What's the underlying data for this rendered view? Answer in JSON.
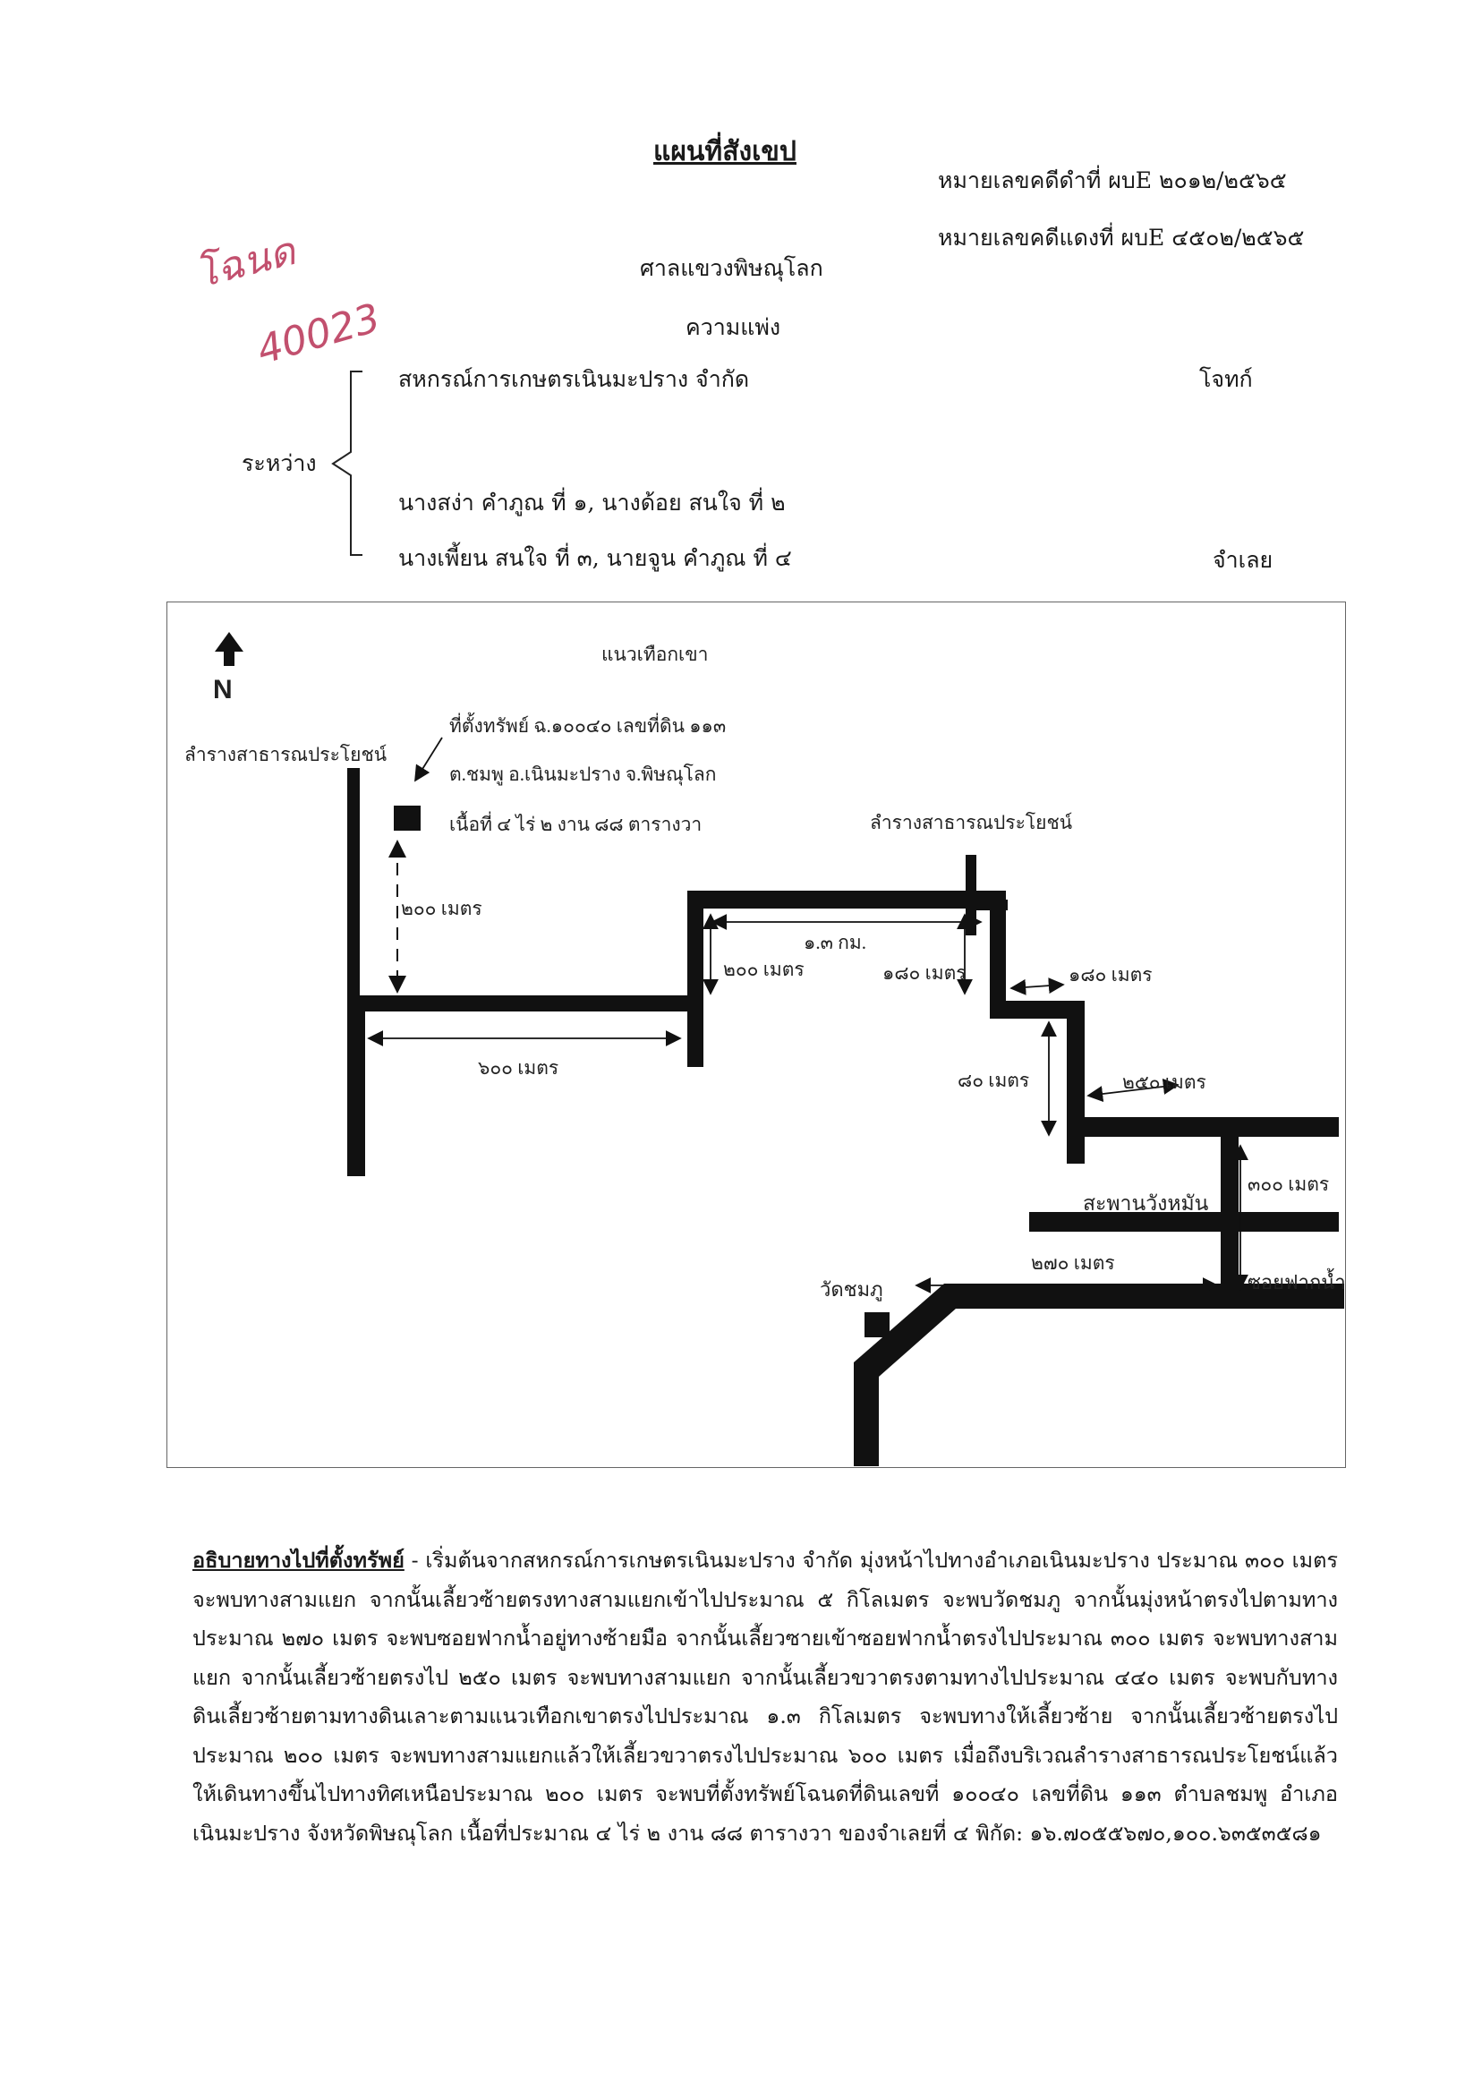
{
  "header": {
    "title": "แผนที่สังเขป",
    "black_case_no": "หมายเลขคดีดำที่ ผบE ๒๐๑๒/๒๕๖๕",
    "red_case_no": "หมายเลขคดีแดงที่ ผบE ๔๕๐๒/๒๕๖๕",
    "court": "ศาลแขวงพิษณุโลก",
    "case_type": "ความแพ่ง",
    "between_label": "ระหว่าง",
    "plaintiff_name": "สหกรณ์การเกษตรเนินมะปราง จำกัด",
    "plaintiff_role": "โจทก์",
    "defendants_line1": "นางสง่า คำภูณ ที่ ๑, นางด้อย สนใจ ที่ ๒",
    "defendants_line2": "นางเพี้ยน สนใจ ที่ ๓, นายจูน คำภูณ ที่ ๔",
    "defendant_role": "จำเลย"
  },
  "handwriting": {
    "line1": "โฉนด",
    "line2": "40023"
  },
  "map": {
    "north_label": "N",
    "mountain_label": "แนวเทือกเขา",
    "canal_left": "ลำรางสาธารณประโยชน์",
    "canal_right": "ลำรางสาธารณประโยชน์",
    "property_line1": "ที่ตั้งทรัพย์ ฉ.๑๐๐๔๐ เลขที่ดิน ๑๑๓",
    "property_line2": "ต.ชมพู อ.เนินมะปราง จ.พิษณุโลก",
    "property_line3": "เนื้อที่ ๔ ไร่ ๒ งาน ๘๘ ตารางวา",
    "dist_north": "๒๐๐ เมตร",
    "dist_600": "๖๐๐ เมตร",
    "dist_200": "๒๐๐ เมตร",
    "dist_13km": "๑.๓ กม.",
    "dist_180_left": "๑๘๐ เมตร",
    "dist_180_right": "๑๘๐ เมตร",
    "dist_80": "๘๐ เมตร",
    "dist_250": "๒๕๐ เมตร",
    "dist_300": "๓๐๐ เมตร",
    "bridge_label": "สะพานวังหมัน",
    "dist_270": "๒๗๐ เมตร",
    "soi_label": "ซอยฟากน้ำ",
    "temple_label": "วัดชมภู"
  },
  "description": {
    "heading": "อธิบายทางไปที่ตั้งทรัพย์",
    "body": " - เริ่มต้นจากสหกรณ์การเกษตรเนินมะปราง จำกัด มุ่งหน้าไปทางอำเภอเนินมะปราง ประมาณ ๓๐๐ เมตร จะพบทางสามแยก จากนั้นเลี้ยวซ้ายตรงทางสามแยกเข้าไปประมาณ ๕ กิโลเมตร จะพบวัดชมภู จากนั้นมุ่งหน้าตรงไปตามทางประมาณ ๒๗๐ เมตร จะพบซอยฟากน้ำอยู่ทางซ้ายมือ จากนั้นเลี้ยวซายเข้าซอยฟากน้ำตรงไปประมาณ ๓๐๐ เมตร จะพบทางสามแยก จากนั้นเลี้ยวซ้ายตรงไป ๒๕๐ เมตร จะพบทางสามแยก จากนั้นเลี้ยวขวาตรงตามทางไปประมาณ ๔๔๐ เมตร จะพบกับทางดินเลี้ยวซ้ายตามทางดินเลาะตามแนวเทือกเขาตรงไปประมาณ ๑.๓ กิโลเมตร จะพบทางให้เลี้ยวซ้าย จากนั้นเลี้ยวซ้ายตรงไปประมาณ ๒๐๐ เมตร จะพบทางสามแยกแล้วให้เลี้ยวขวาตรงไปประมาณ ๖๐๐ เมตร เมื่อถึงบริเวณลำรางสาธารณประโยชน์แล้ว ให้เดินทางขึ้นไปทางทิศเหนือประมาณ ๒๐๐ เมตร จะพบที่ตั้งทรัพย์โฉนดที่ดินเลขที่ ๑๐๐๔๐ เลขที่ดิน ๑๑๓ ตำบลชมพู อำเภอเนินมะปราง จังหวัดพิษณุโลก เนื้อที่ประมาณ ๔ ไร่ ๒ งาน ๘๘ ตารางวา ของจำเลยที่ ๔ พิกัด: ๑๖.๗๐๕๕๖๗๐,๑๐๐.๖๓๕๓๕๘๑"
  }
}
